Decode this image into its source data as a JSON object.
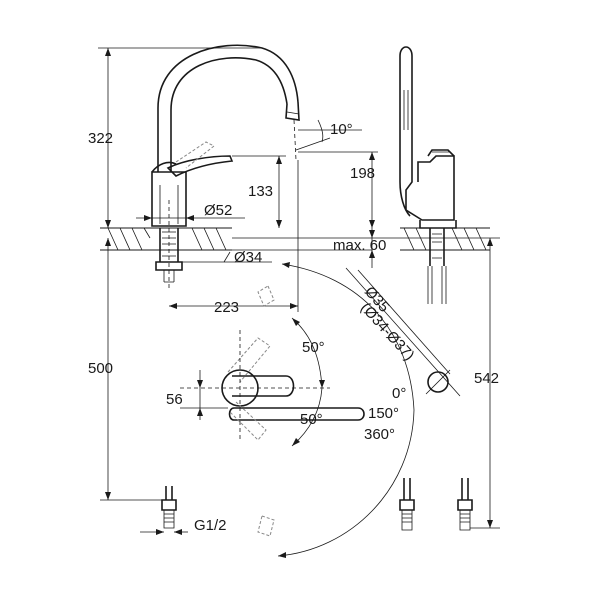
{
  "dimensions": {
    "total_height": "322",
    "spout_tilt": "10°",
    "spout_outlet_height": "198",
    "handle_height": "133",
    "base_diameter": "Ø52",
    "deck_thickness": "max. 60",
    "hole_diameter": "Ø34",
    "spout_reach": "223",
    "hose_length": "500",
    "side_hole_diameter": "Ø35",
    "side_hole_range": "(Ø34-Ø37)",
    "lever_angle_up": "50°",
    "lever_angle_down": "50°",
    "lever_offset": "56",
    "swivel_0": "0°",
    "swivel_150": "150°",
    "swivel_360": "360°",
    "total_length": "542",
    "connection_thread": "G1/2"
  }
}
